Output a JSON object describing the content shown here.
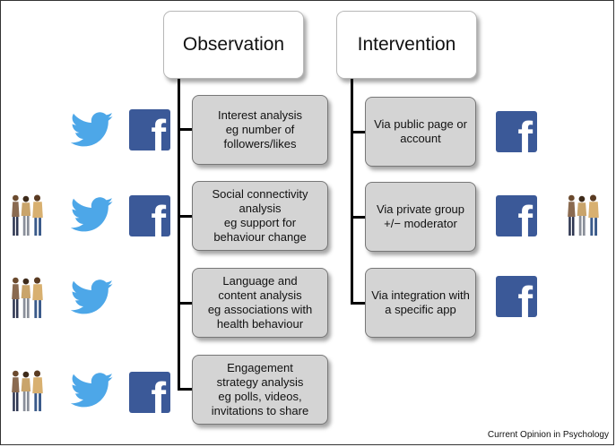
{
  "columns": [
    {
      "title": "Observation",
      "items": [
        "Interest analysis\neg number of\nfollowers/likes",
        "Social connectivity\nanalysis\neg support for\nbehaviour change",
        "Language and\ncontent analysis\neg associations with\nhealth behaviour",
        "Engagement\nstrategy analysis\neg polls, videos,\ninvitations to share"
      ]
    },
    {
      "title": "Intervention",
      "items": [
        "Via public page or\naccount",
        "Via private group\n+/− moderator",
        "Via integration with\na specific app"
      ]
    }
  ],
  "icons": {
    "facebook": "facebook-icon",
    "twitter": "twitter-bird-icon",
    "people": "people-group-icon",
    "facebook_letter": "f",
    "facebook_color": "#3b5998",
    "twitter_color": "#4da7e8"
  },
  "credit": "Current Opinion in Psychology"
}
